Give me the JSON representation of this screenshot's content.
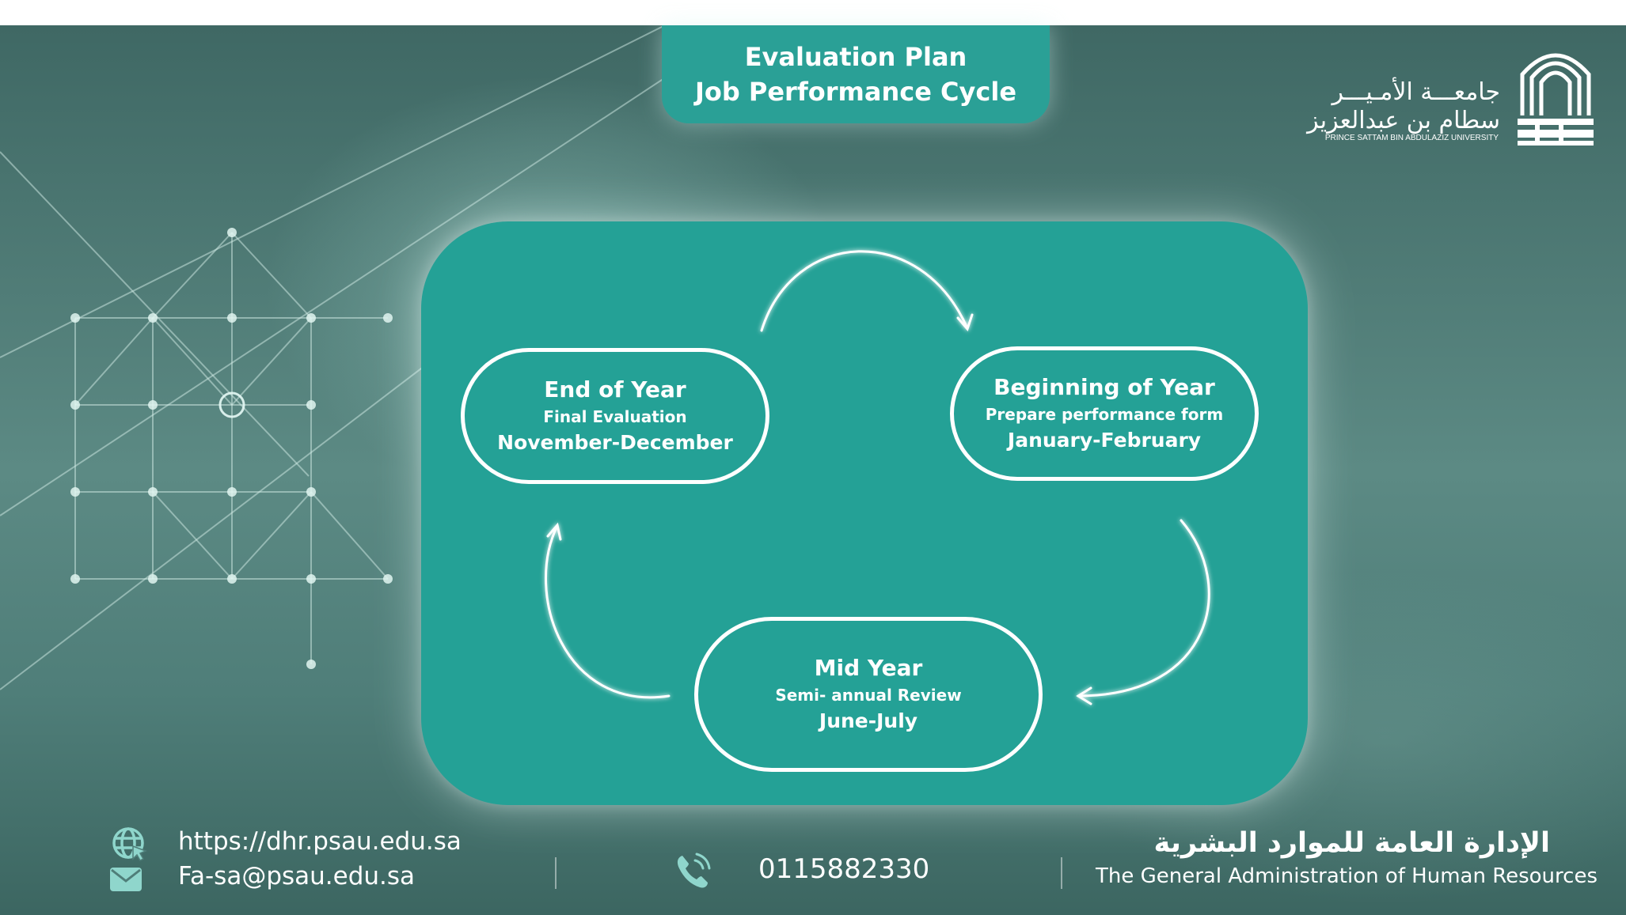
{
  "header": {
    "title_line1": "Evaluation Plan",
    "title_line2": "Job Performance Cycle"
  },
  "logo": {
    "arabic_line1": "جامعـــة الأمـيـــر",
    "arabic_line2": "سطام بن عبدالعزيز",
    "english": "PRINCE SATTAM BIN ABDULAZIZ UNIVERSITY",
    "icon": "university-arch-logo"
  },
  "cycle": {
    "stages": [
      {
        "name": "End of Year",
        "description": "Final Evaluation",
        "period": "November-December"
      },
      {
        "name": "Beginning of Year",
        "description": "Prepare performance form",
        "period": "January-February"
      },
      {
        "name": "Mid Year",
        "description": "Semi- annual Review",
        "period": "June-July"
      }
    ],
    "arrow_icon": "curved-arrow-icon"
  },
  "footer": {
    "website": "https://dhr.psau.edu.sa",
    "email": "Fa-sa@psau.edu.sa",
    "phone": "0115882330",
    "department_arabic": "الإدارة العامة للموارد البشرية",
    "department_english": "The General Administration of Human Resources",
    "icons": {
      "website": "globe-icon",
      "email": "envelope-icon",
      "phone": "phone-icon"
    }
  },
  "colors": {
    "accent": "#24a196",
    "background": "#4f7e79",
    "text": "#ffffff",
    "icon": "#8fd6cc"
  }
}
